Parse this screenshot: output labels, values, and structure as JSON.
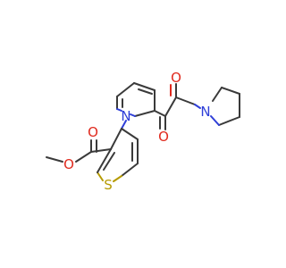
{
  "atoms": {
    "n_pyrrole": {
      "label": "N",
      "color": "#2f3fd8"
    },
    "n_pyrrolidine": {
      "label": "N",
      "color": "#2f3fd8"
    },
    "o_keto1": {
      "label": "O",
      "color": "#e02a1e"
    },
    "o_keto2": {
      "label": "O",
      "color": "#e02a1e"
    },
    "o_ester_carbonyl": {
      "label": "O",
      "color": "#e02a1e"
    },
    "o_ester_ether": {
      "label": "O",
      "color": "#e02a1e"
    },
    "s_thiophene": {
      "label": "S",
      "color": "#b59a00"
    }
  }
}
